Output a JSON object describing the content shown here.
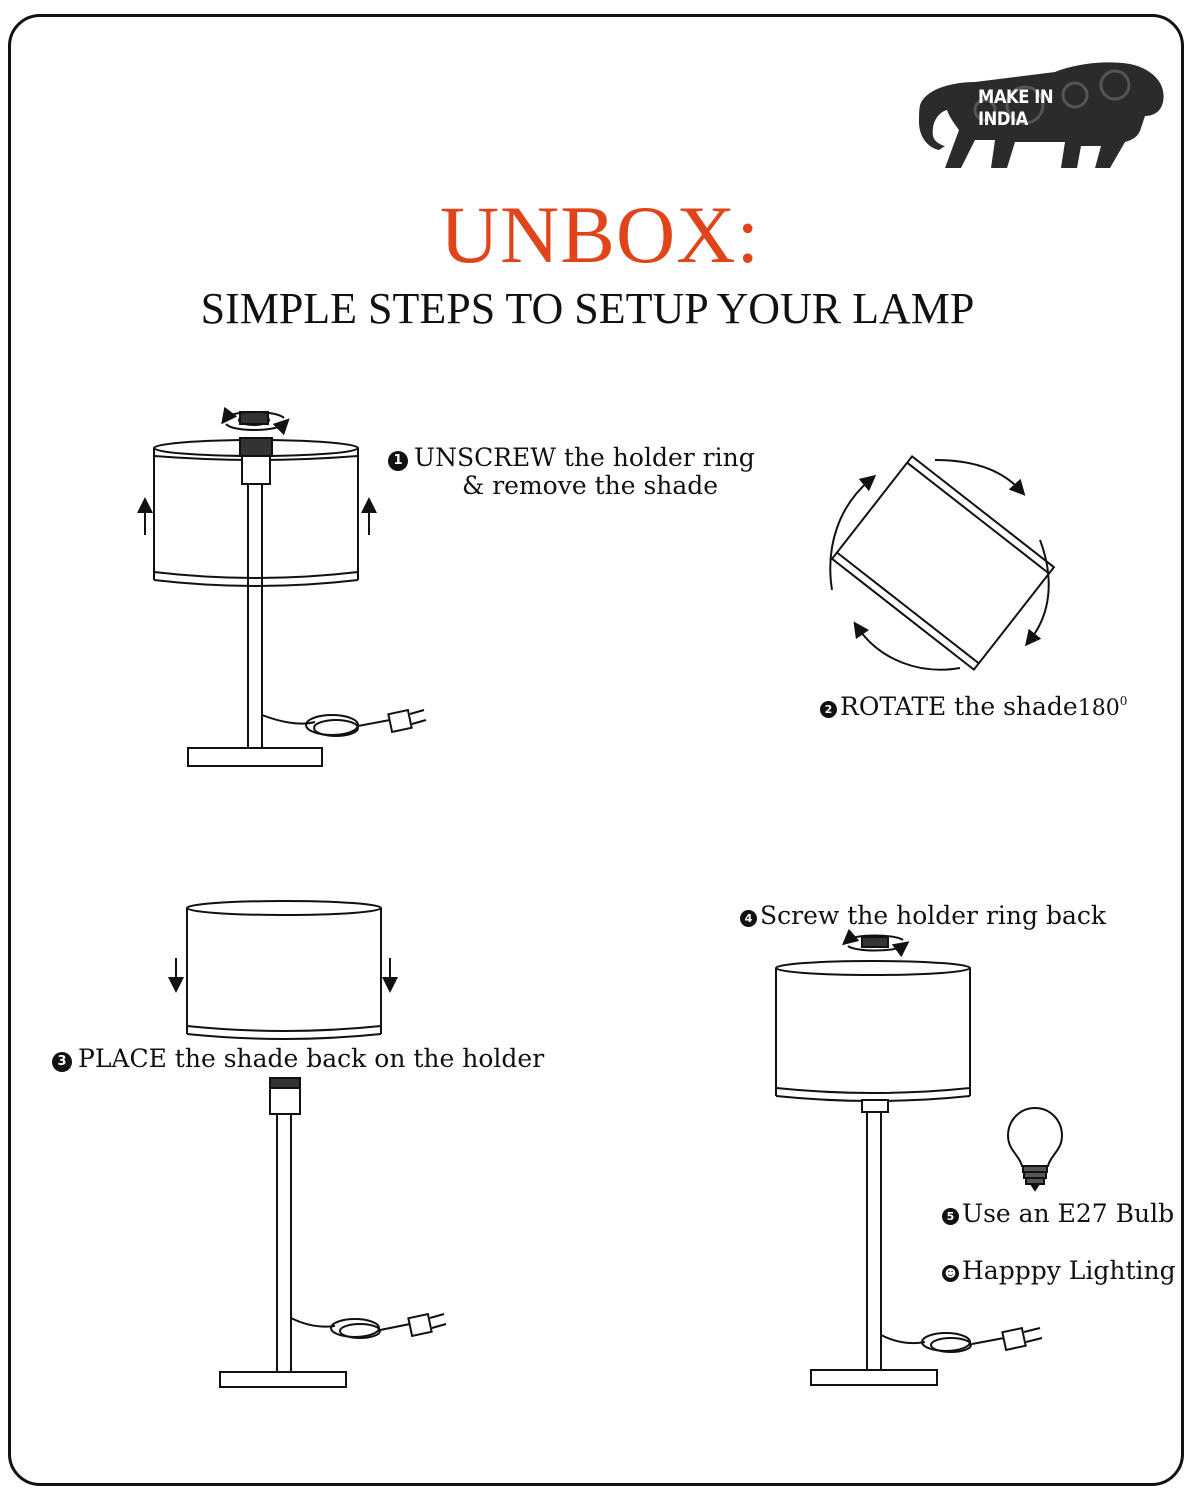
{
  "badge": {
    "text": "MAKE IN INDIA"
  },
  "header": {
    "title": "UNBOX:",
    "subtitle": "SIMPLE STEPS TO SETUP YOUR LAMP"
  },
  "steps": [
    {
      "number": "1",
      "line1": "UNSCREW the holder ring",
      "line2": "& remove the shade"
    },
    {
      "number": "2",
      "text": "ROTATE the shade",
      "angle": "180",
      "angle_sup": "0"
    },
    {
      "number": "3",
      "text": "PLACE the shade back on the holder"
    },
    {
      "number": "4",
      "text": "Screw the holder ring back"
    },
    {
      "number": "5",
      "text": "Use an E27 Bulb"
    }
  ],
  "closing": {
    "icon": "smiley-icon",
    "text": "Happpy Lighting"
  },
  "colors": {
    "title": "#e0441b",
    "line": "#111111",
    "badge": "#2b2b2b"
  }
}
